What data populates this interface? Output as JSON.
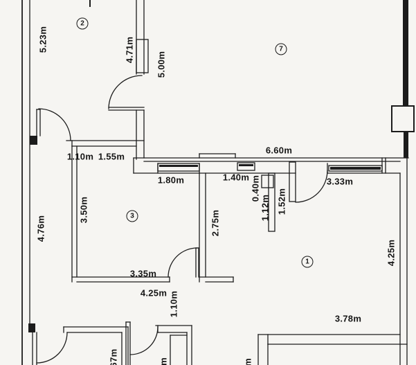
{
  "plan": {
    "type": "apartment-floor-plan",
    "rooms": [
      {
        "number": "2"
      },
      {
        "number": "7"
      },
      {
        "number": "3"
      },
      {
        "number": "1"
      }
    ],
    "dims_h": [
      "1.10m",
      "1.55m",
      "6.60m",
      "1.80m",
      "1.40m",
      "3.33m",
      "3.35m",
      "4.25m",
      "3.78m"
    ],
    "dims_v": [
      "5.23m",
      "4.71m",
      "5.00m",
      "0.40m",
      "1.12m",
      "1.52m",
      "2.75m",
      "3.50m",
      "4.76m",
      "4.25m",
      "1.10m"
    ],
    "dims_partial": [
      "67m",
      "m",
      "m"
    ],
    "colors": {
      "paper": "#f6f5f2",
      "ink": "#1c1c1c"
    }
  }
}
